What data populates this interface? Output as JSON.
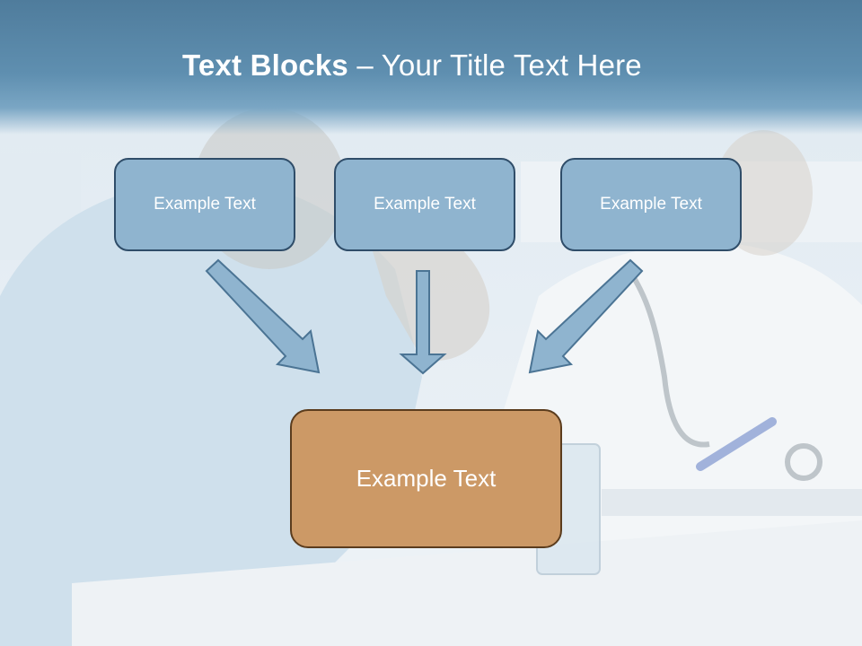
{
  "slide": {
    "title_bold": "Text Blocks",
    "title_dash": " – ",
    "title_rest": "Your Title Text Here"
  },
  "blocks": {
    "top": [
      "Example Text",
      "Example Text",
      "Example Text"
    ],
    "bottom": "Example Text"
  },
  "colors": {
    "header": "#5f8fb0",
    "block_fill": "#8fb4cf",
    "block_border": "#2f4d69",
    "bottom_fill": "#cc9966",
    "bottom_border": "#5b3c1d",
    "arrow_fill": "#8fb4cf",
    "arrow_stroke": "#4b7494"
  }
}
